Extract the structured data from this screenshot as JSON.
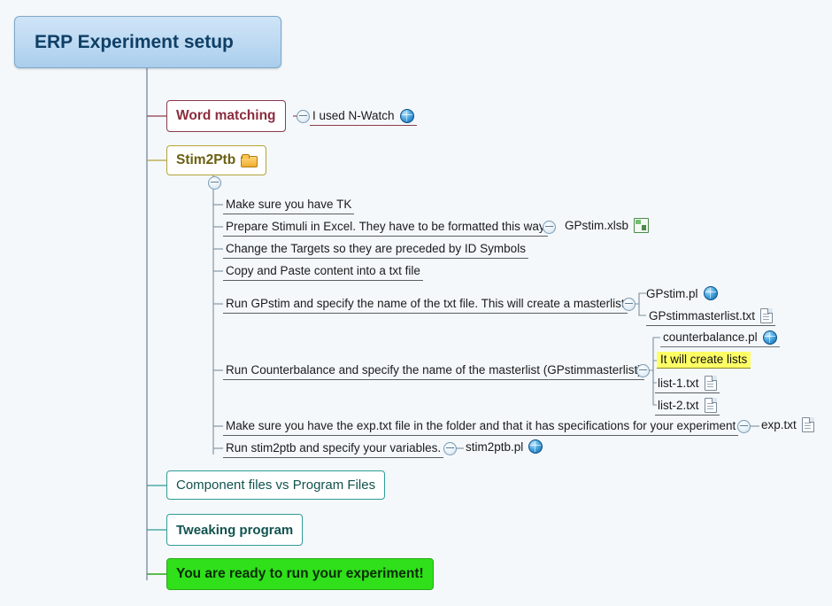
{
  "diagram": {
    "type": "mindmap",
    "root": {
      "label": "ERP Experiment setup"
    },
    "branches": [
      {
        "label": "Word matching",
        "style": "maroon",
        "children": [
          {
            "label": "I used N-Watch",
            "icon": "globe-icon",
            "toggle": true
          }
        ]
      },
      {
        "label": "Stim2Ptb",
        "style": "olive",
        "icon": "folder-icon",
        "toggle": true,
        "children": [
          {
            "label": "Make sure you have TK"
          },
          {
            "label": "Prepare Stimuli in Excel. They have to be formatted this way",
            "toggle": true,
            "attachments": [
              {
                "label": "GPstim.xlsb",
                "icon": "excel-icon"
              }
            ]
          },
          {
            "label": "Change the Targets so they are preceded by ID Symbols"
          },
          {
            "label": "Copy and Paste content into a txt file"
          },
          {
            "label": "Run GPstim and specify the name of the txt file. This will create a masterlist",
            "toggle": true,
            "attachments": [
              {
                "label": "GPstim.pl",
                "icon": "globe-icon"
              },
              {
                "label": "GPstimmasterlist.txt",
                "icon": "doc-icon"
              }
            ]
          },
          {
            "label": "Run Counterbalance and specify the name of the masterlist (GPstimmasterlist)",
            "toggle": true,
            "attachments": [
              {
                "label": "counterbalance.pl",
                "icon": "globe-icon"
              },
              {
                "label": "It will create lists",
                "highlight": "#ffff66"
              },
              {
                "label": "list-1.txt",
                "icon": "doc-icon"
              },
              {
                "label": "list-2.txt",
                "icon": "doc-icon"
              }
            ]
          },
          {
            "label": "Make sure you have the exp.txt file in the folder and that it has specifications for your experiment",
            "toggle": true,
            "attachments": [
              {
                "label": "exp.txt",
                "icon": "doc-icon"
              }
            ]
          },
          {
            "label": "Run stim2ptb and specify your variables.",
            "toggle": true,
            "attachments": [
              {
                "label": "stim2ptb.pl",
                "icon": "globe-icon"
              }
            ]
          }
        ]
      },
      {
        "label": "Component files vs Program Files",
        "style": "teal"
      },
      {
        "label": "Tweaking program",
        "style": "teal2"
      },
      {
        "label": "You are ready to run your experiment!",
        "style": "green"
      }
    ]
  },
  "colors": {
    "background": "#f4f8fb",
    "root_fill": "#bcd9f2",
    "root_border": "#7fa8c9",
    "maroon": "#8b3b4a",
    "olive": "#b4a33a",
    "teal": "#2f9c96",
    "green": "#2fe01a",
    "highlight": "#ffff66"
  }
}
